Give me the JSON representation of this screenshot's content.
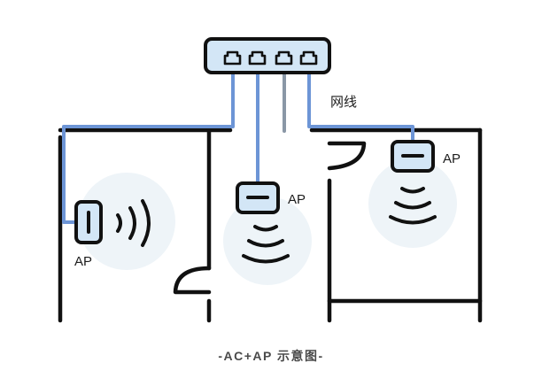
{
  "labels": {
    "cable": "网线",
    "ap_left": "AP",
    "ap_center": "AP",
    "ap_right": "AP",
    "caption": "-AC+AP 示意图-"
  },
  "colors": {
    "line": "#111111",
    "cable": "#6d95d6",
    "device_fill": "#d3e6f6",
    "coverage": "#eef4f8",
    "background": "#ffffff"
  },
  "icons": [
    "switch-icon",
    "ap-icon",
    "wifi-signal-icon"
  ]
}
